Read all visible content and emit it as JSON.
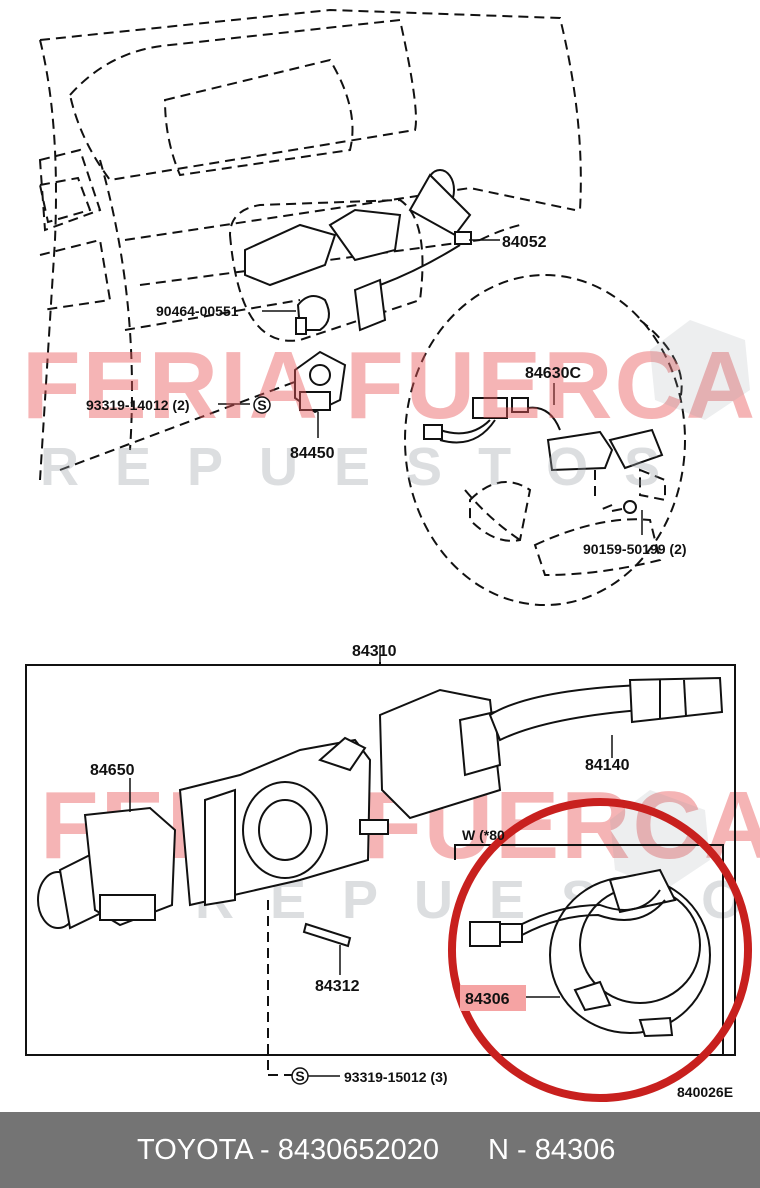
{
  "labels": {
    "p84052": "84052",
    "p90464": "90464-00551",
    "p93319a": "93319-14012 (2)",
    "p84450": "84450",
    "p84630": "84630C",
    "p90159": "90159-50199 (2)",
    "p84310": "84310",
    "p84650": "84650",
    "p84140": "84140",
    "w_note": "W (*80",
    "p84312": "84312",
    "p84306": "84306",
    "p93319b": "93319-15012 (3)",
    "s_mark": "S",
    "drawing_code": "840026E"
  },
  "watermark": {
    "brand": "FERIA FUERCA",
    "sub": "REPUESTOS"
  },
  "footer": {
    "part_info": "TOYOTA - 8430652020",
    "part_number": "N - 84306"
  },
  "colors": {
    "highlight_circle": "#c8201e",
    "highlight_box": "#f5a3a3",
    "footer_bg": "#747474"
  }
}
